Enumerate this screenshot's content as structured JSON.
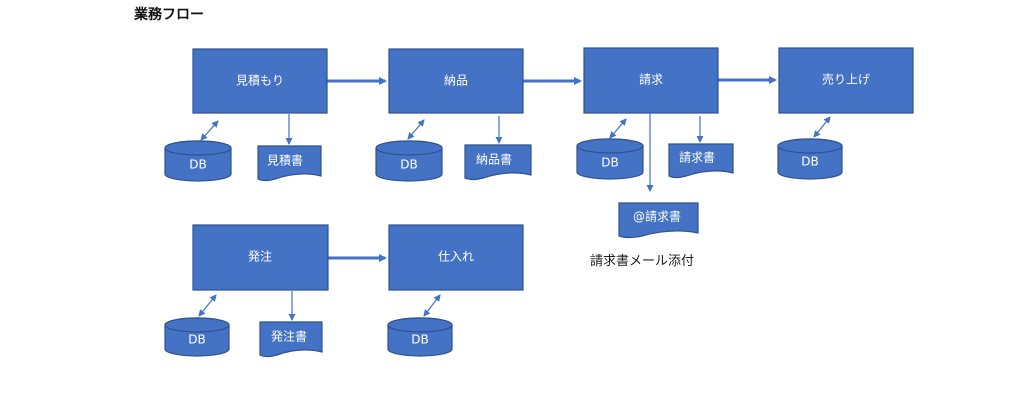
{
  "title": "業務フロー",
  "caption": "請求書メール添付",
  "colors": {
    "fill": "#4472c4",
    "stroke": "#2f528f",
    "text": "#ffffff"
  },
  "processes": {
    "estimate": "見積もり",
    "delivery": "納品",
    "invoice": "請求",
    "sales": "売り上げ",
    "order": "発注",
    "purchase": "仕入れ"
  },
  "databases": {
    "estimate": "DB",
    "delivery": "DB",
    "invoice": "DB",
    "sales": "DB",
    "order": "DB",
    "purchase": "DB"
  },
  "documents": {
    "estimate": "見積書",
    "delivery": "納品書",
    "invoice": "請求書",
    "invoice_mail": "@請求書",
    "order": "発注書"
  }
}
